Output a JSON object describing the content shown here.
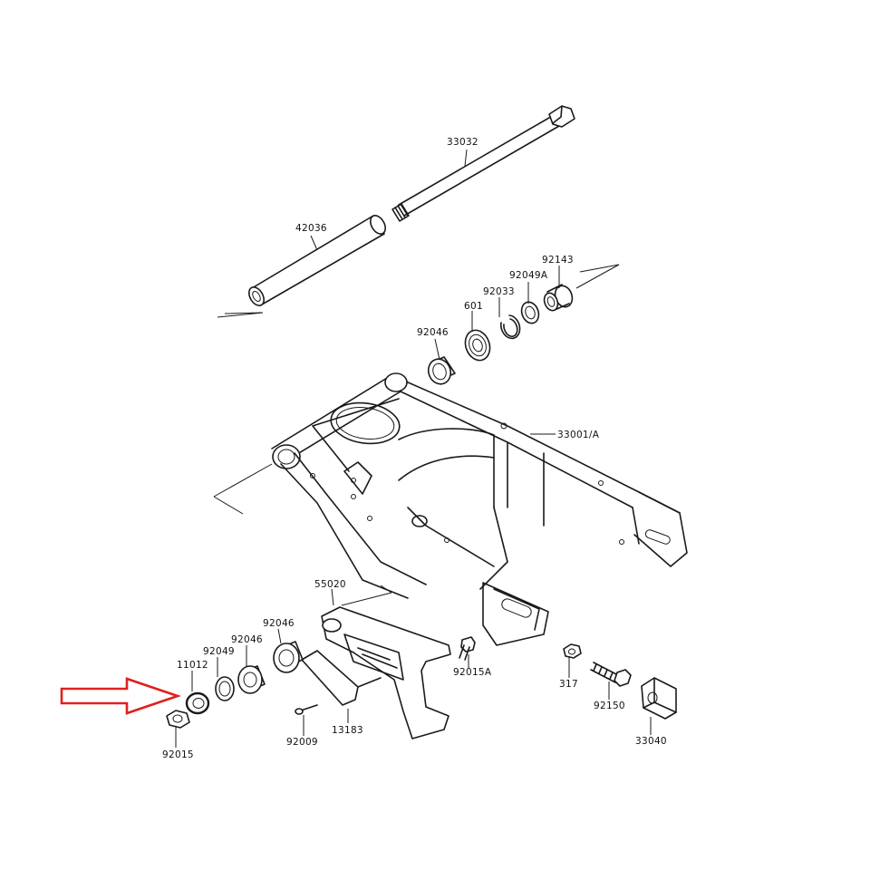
{
  "parts": {
    "p33032": "33032",
    "p42036": "42036",
    "p92143": "92143",
    "p92049A": "92049A",
    "p92033": "92033",
    "p601": "601",
    "p92046_top": "92046",
    "p33001A": "33001/A",
    "p55020": "55020",
    "p92046_a": "92046",
    "p92046_b": "92046",
    "p92049": "92049",
    "p11012": "11012",
    "p92015": "92015",
    "p92009": "92009",
    "p13183": "13183",
    "p92015A": "92015A",
    "p317": "317",
    "p92150": "92150",
    "p33040": "33040"
  },
  "colors": {
    "line": "#1a1a1a",
    "arrow": "#e0201e",
    "background": "#ffffff"
  },
  "icons": {
    "highlight": "red-outline-arrow-icon"
  }
}
